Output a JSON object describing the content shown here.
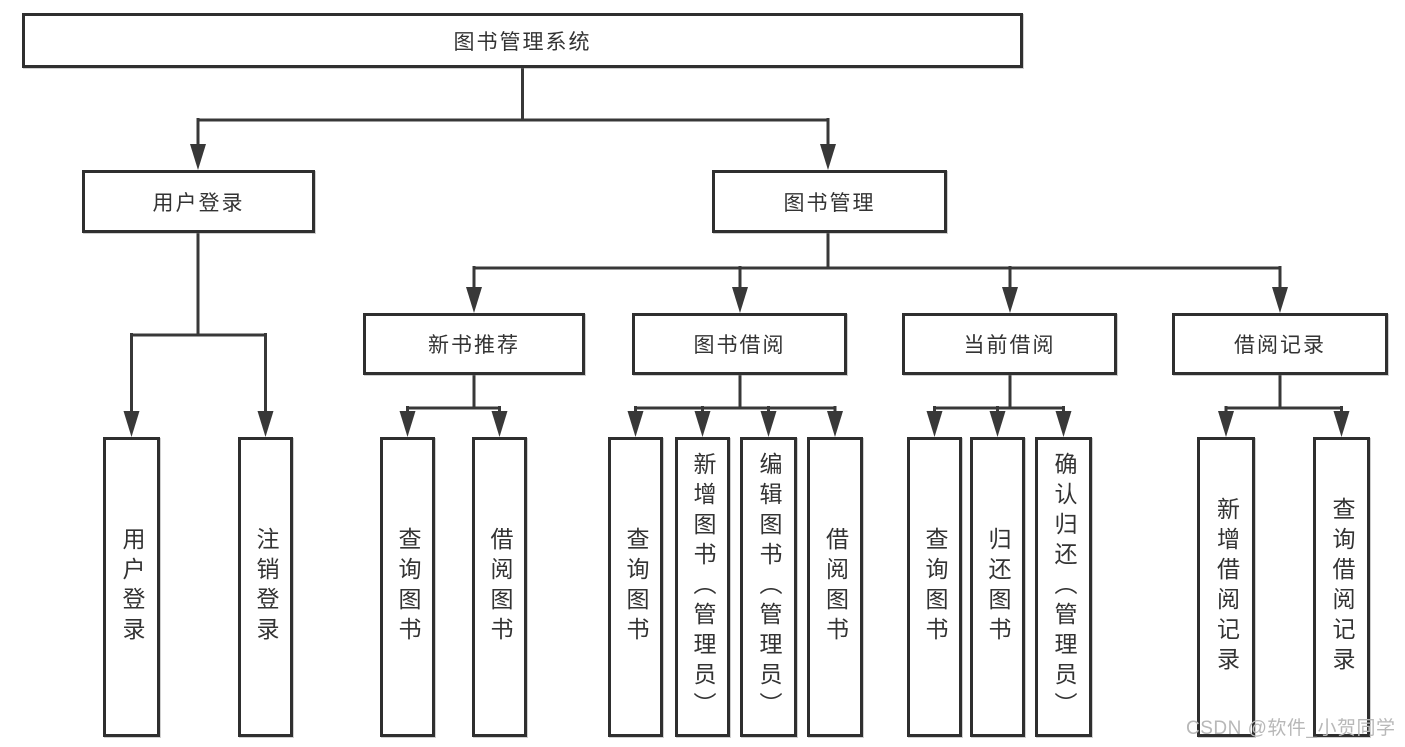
{
  "diagram": {
    "title": "图书管理系统",
    "tree": {
      "root": {
        "label": "图书管理系统"
      },
      "branches": [
        {
          "label": "用户登录",
          "children": [
            {
              "label": "用户登录"
            },
            {
              "label": "注销登录"
            }
          ]
        },
        {
          "label": "图书管理",
          "children": [
            {
              "label": "新书推荐",
              "children": [
                {
                  "label": "查询图书"
                },
                {
                  "label": "借阅图书"
                }
              ]
            },
            {
              "label": "图书借阅",
              "children": [
                {
                  "label": "查询图书"
                },
                {
                  "label": "新增图书（管理员）"
                },
                {
                  "label": "编辑图书（管理员）"
                },
                {
                  "label": "借阅图书"
                }
              ]
            },
            {
              "label": "当前借阅",
              "children": [
                {
                  "label": "查询图书"
                },
                {
                  "label": "归还图书"
                },
                {
                  "label": "确认归还（管理员）"
                }
              ]
            },
            {
              "label": "借阅记录",
              "children": [
                {
                  "label": "新增借阅记录"
                },
                {
                  "label": "查询借阅记录"
                }
              ]
            }
          ]
        }
      ]
    },
    "colors": {
      "line": "#383838",
      "box_border": "#2f2f2f",
      "text": "#333333",
      "watermark_text": "#b8b8b8",
      "background": "#ffffff"
    }
  },
  "watermark": {
    "text": "CSDN @软件_小贺同学"
  }
}
